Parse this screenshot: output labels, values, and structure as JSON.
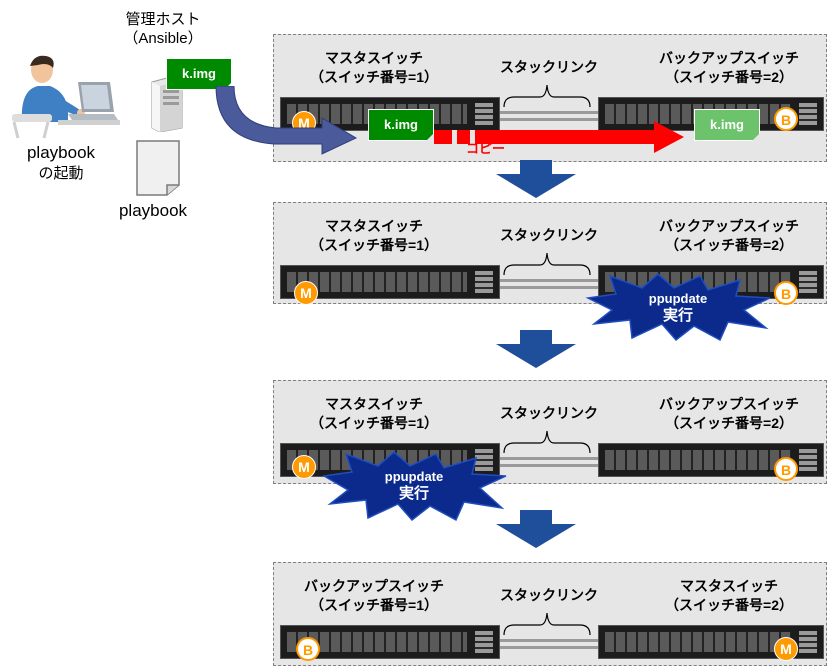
{
  "host": {
    "title_line1": "管理ホスト",
    "title_line2": "（Ansible）",
    "file_label": "k.img",
    "playbook_start_line1": "playbook",
    "playbook_start_line2": "の起動",
    "playbook_doc_label": "playbook"
  },
  "link_label": "スタックリンク",
  "copy_label": "コピー",
  "badges": {
    "master": "M",
    "backup": "B"
  },
  "burst_label_line1": "ppupdate",
  "burst_label_line2": "実行",
  "panels": [
    {
      "left_title_line1": "マスタスイッチ",
      "left_title_line2": "（スイッチ番号=1）",
      "right_title_line1": "バックアップスイッチ",
      "right_title_line2": "（スイッチ番号=2）",
      "left_badge": "M",
      "right_badge": "B",
      "left_file": "k.img",
      "right_file": "k.img"
    },
    {
      "left_title_line1": "マスタスイッチ",
      "left_title_line2": "（スイッチ番号=1）",
      "right_title_line1": "バックアップスイッチ",
      "right_title_line2": "（スイッチ番号=2）",
      "left_badge": "M",
      "right_badge": "B"
    },
    {
      "left_title_line1": "マスタスイッチ",
      "left_title_line2": "（スイッチ番号=1）",
      "right_title_line1": "バックアップスイッチ",
      "right_title_line2": "（スイッチ番号=2）",
      "left_badge": "M",
      "right_badge": "B"
    },
    {
      "left_title_line1": "バックアップスイッチ",
      "left_title_line2": "（スイッチ番号=1）",
      "right_title_line1": "マスタスイッチ",
      "right_title_line2": "（スイッチ番号=2）",
      "left_badge": "B",
      "right_badge": "M"
    }
  ],
  "colors": {
    "file_green": "#008a00",
    "file_faded_green": "#6cc36c",
    "copy_red": "#ff0000",
    "step_arrow_blue": "#1f4e9a",
    "burst_blue": "#0b2a8c",
    "badge_orange": "#ff9a00"
  },
  "icons": [
    "person-at-laptop-icon",
    "server-tower-icon",
    "document-icon",
    "network-switch-icon",
    "explosion-burst-icon",
    "down-arrow-icon"
  ]
}
